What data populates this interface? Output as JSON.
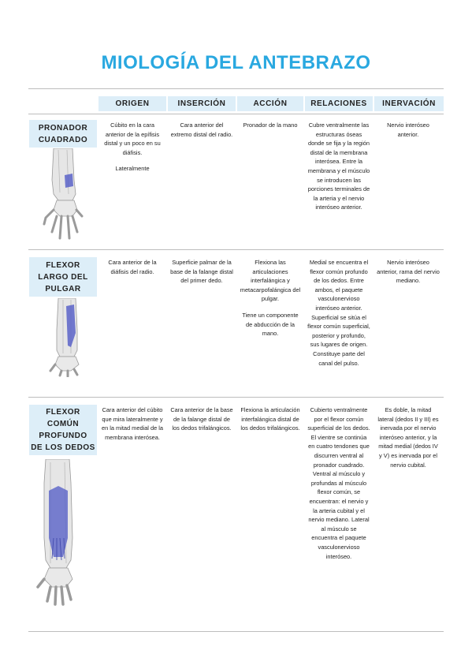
{
  "title": "MIOLOGÍA DEL ANTEBRAZO",
  "headers": [
    "ORIGEN",
    "INSERCIÓN",
    "ACCIÓN",
    "RELACIONES",
    "INERVACIÓN"
  ],
  "rows": [
    {
      "name_lines": [
        "PRONADOR",
        "CUADRADO"
      ],
      "image": "forearm-pronator-quadratus-illustration",
      "origen": [
        "Cúbito en la cara anterior de la epífisis distal y un poco en su diáfisis.",
        "Lateralmente"
      ],
      "insercion": [
        "Cara anterior del extremo distal del radio."
      ],
      "accion": [
        "Pronador de la mano"
      ],
      "relaciones": [
        "Cubre ventralmente las estructuras óseas donde se fija y la región distal de la membrana interósea. Entre la membrana y el músculo se introducen las porciones terminales de la arteria y el nervio interóseo anterior."
      ],
      "inervacion": [
        "Nervio interóseo anterior."
      ]
    },
    {
      "name_lines": [
        "FLEXOR",
        "LARGO DEL",
        "PULGAR"
      ],
      "image": "forearm-flexor-pollicis-longus-illustration",
      "origen": [
        "Cara anterior de la diáfisis del radio."
      ],
      "insercion": [
        "Superficie palmar de la base de la falange distal del primer dedo."
      ],
      "accion": [
        "Flexiona las articulaciones interfalángica y metacarpofalángica del pulgar.",
        "Tiene un componente de abducción de la mano."
      ],
      "relaciones": [
        "Medial se encuentra el flexor común profundo de los dedos. Entre ambos, el paquete vasculonervioso interóseo anterior. Superficial se sitúa el flexor común superficial, posterior y profundo, sus lugares de origen. Constituye parte del canal del pulso."
      ],
      "inervacion": [
        "Nervio interóseo anterior, rama del nervio mediano."
      ]
    },
    {
      "name_lines": [
        "FLEXOR",
        "COMÚN",
        "PROFUNDO",
        "DE LOS DEDOS"
      ],
      "image": "forearm-flexor-digitorum-profundus-illustration",
      "origen": [
        "Cara anterior del cúbito que mira lateralmente y en la mitad medial de la membrana interósea."
      ],
      "insercion": [
        "Cara anterior de la base de la falange distal de los dedos trifalángicos."
      ],
      "accion": [
        "Flexiona la articulación interfalángica distal de los dedos trifalángicos."
      ],
      "relaciones": [
        "Cubierto ventralmente por el flexor común superficial de los dedos. El vientre se continúa en cuatro tendones que discurren ventral al pronador cuadrado. Ventral al músculo y profundas al músculo flexor común, se encuentran: el nervio y la arteria cubital y el nervio mediano. Lateral al músculo se encuentra el paquete vasculonervioso interóseo."
      ],
      "inervacion": [
        "Es doble, la mitad lateral (dedos II y III) es inervada por el nervio interóseo anterior, y la mitad medial (dedos IV y V) es inervada por el nervio cubital."
      ]
    }
  ],
  "colors": {
    "title": "#29a8e0",
    "header_bg": "#ddeef8",
    "muscle": "#5a63c8",
    "rule": "#bdbdbd"
  }
}
